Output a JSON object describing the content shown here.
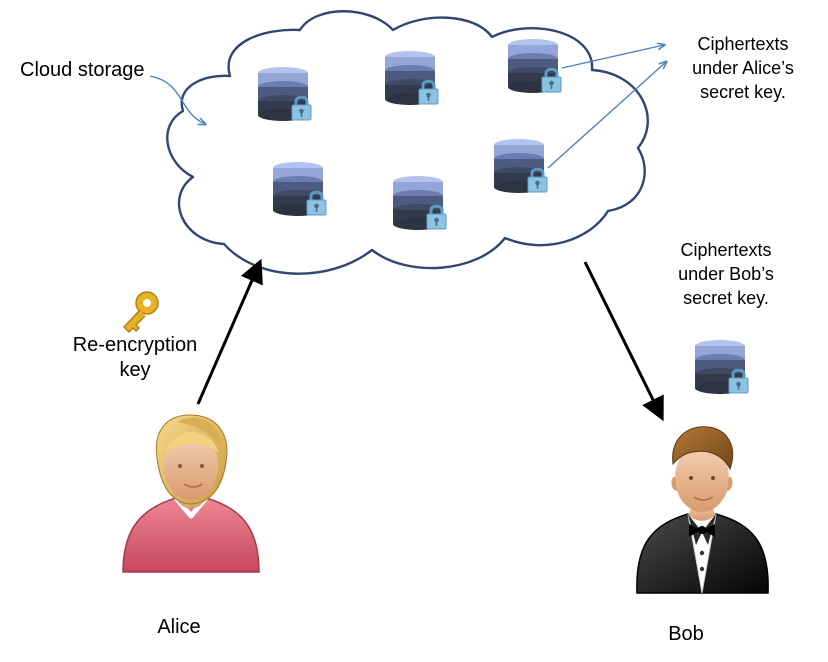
{
  "labels": {
    "cloud_storage": "Cloud storage",
    "alice_ciphertexts": [
      "Ciphertexts",
      "under Alice’s",
      "secret key."
    ],
    "bob_ciphertexts": [
      "Ciphertexts",
      "under Bob’s",
      "secret key."
    ],
    "reencryption_key": [
      "Re-encryption",
      "key"
    ],
    "alice": "Alice",
    "bob": "Bob"
  },
  "icons": {
    "cloud": "cloud-icon",
    "database": "database-icon",
    "lock": "lock-icon",
    "key": "key-icon",
    "alice": "female-user-icon",
    "bob": "male-user-tuxedo-icon"
  },
  "colors": {
    "cloud_outline": "#2f4772",
    "arrow": "#000000",
    "thin_arrow": "#4f81bd",
    "database_top": "#9fb2df",
    "database_middle": "#4d5b82",
    "database_bottom": "#333a4c",
    "lock": "#7fb5d8",
    "key": "#e7b325",
    "alice_shirt": "#d85c73",
    "bob_suit": "#171717",
    "skin": "#e8b28b"
  }
}
